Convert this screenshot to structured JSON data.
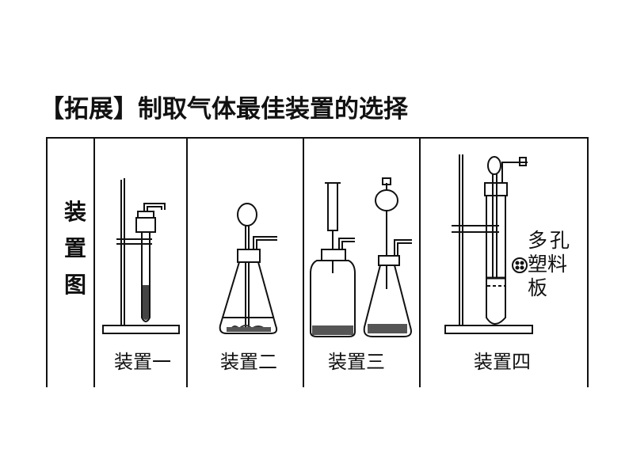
{
  "title": "【拓展】制取气体最佳装置的选择",
  "header": {
    "chars": [
      "装",
      "置",
      "图"
    ]
  },
  "apparatus": [
    {
      "label": "装置一"
    },
    {
      "label": "装置二"
    },
    {
      "label": "装置三"
    },
    {
      "label": "装置四"
    }
  ],
  "annotation": {
    "line1": "多孔",
    "line2": "塑料",
    "line3": "板"
  }
}
